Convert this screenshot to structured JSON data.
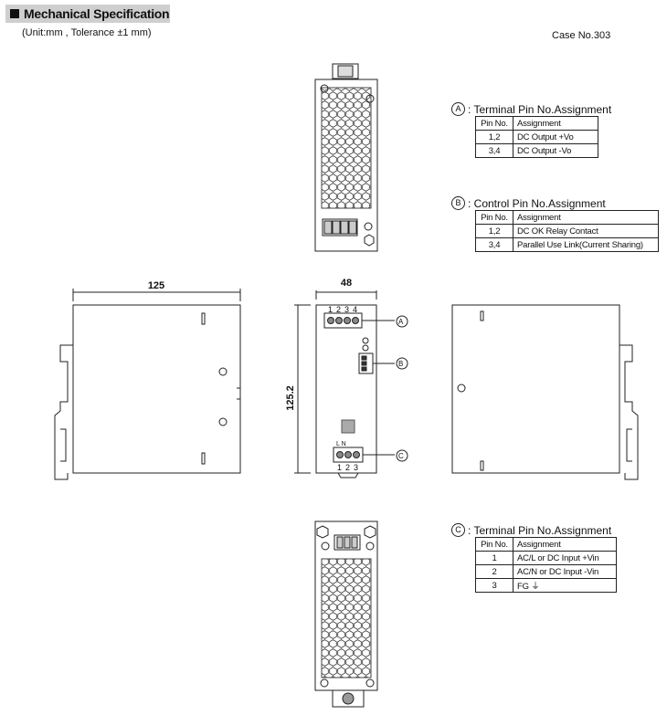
{
  "header": {
    "title": "Mechanical Specification"
  },
  "unit_note": "(Unit:mm , Tolerance ±1 mm)",
  "case_no": "Case No.303",
  "dimensions": {
    "depth": "125",
    "width": "48",
    "height": "125.2"
  },
  "front_labels": {
    "pins_top": [
      "1",
      "2",
      "3",
      "4"
    ],
    "pins_bottom": [
      "1",
      "2",
      "3"
    ],
    "callout_a": "A",
    "callout_b": "B",
    "callout_c": "C",
    "ac_ln": "L  N"
  },
  "table_a": {
    "letter": "A",
    "title": ": Terminal Pin No.Assignment",
    "header": [
      "Pin No.",
      "Assignment"
    ],
    "rows": [
      [
        "1,2",
        "DC Output +Vo"
      ],
      [
        "3,4",
        "DC Output -Vo"
      ]
    ]
  },
  "table_b": {
    "letter": "B",
    "title": ": Control Pin No.Assignment",
    "header": [
      "Pin No.",
      "Assignment"
    ],
    "rows": [
      [
        "1,2",
        "DC OK Relay Contact"
      ],
      [
        "3,4",
        "Parallel Use Link(Current Sharing)"
      ]
    ]
  },
  "table_c": {
    "letter": "C",
    "title": ": Terminal Pin No.Assignment",
    "header": [
      "Pin No.",
      "Assignment"
    ],
    "rows": [
      [
        "1",
        "AC/L  or DC Input +Vin"
      ],
      [
        "2",
        "AC/N or DC Input -Vin"
      ],
      [
        "3",
        "FG ⏚"
      ]
    ]
  }
}
